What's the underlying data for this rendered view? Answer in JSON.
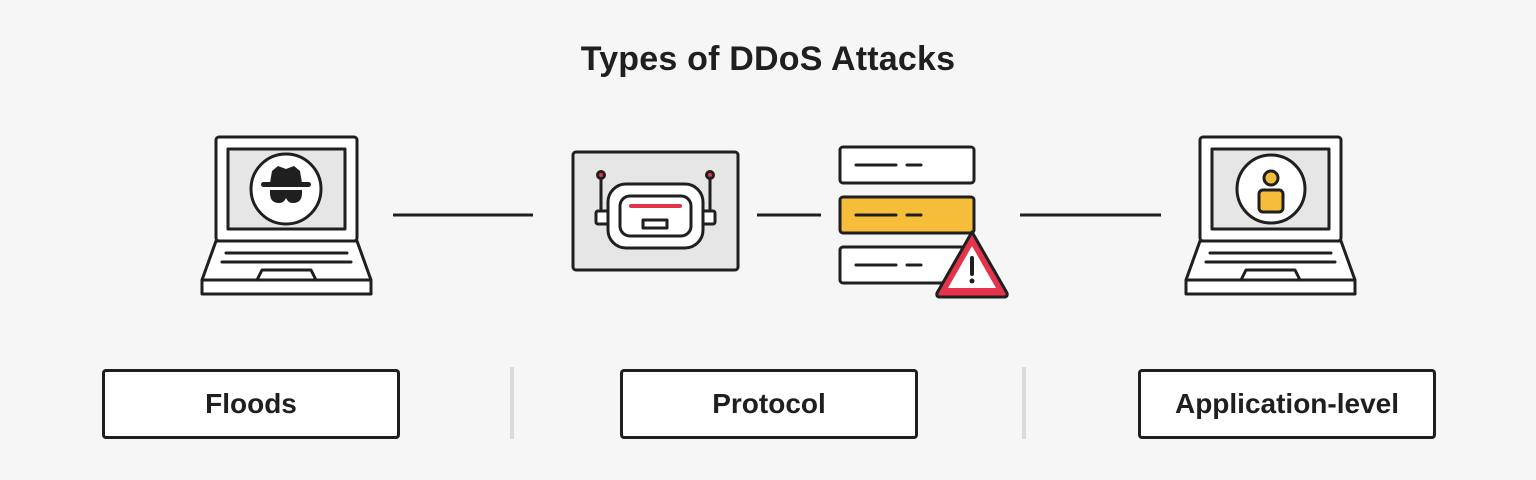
{
  "title": "Types of DDoS Attacks",
  "categories": [
    {
      "label": "Floods",
      "icon": "hacker-laptop-icon"
    },
    {
      "label": "Protocol",
      "icon": "bot-server-stack-icon"
    },
    {
      "label": "Application-level",
      "icon": "user-laptop-icon"
    }
  ],
  "colors": {
    "background": "#f6f6f6",
    "ink": "#1f1f1f",
    "screen": "#e6e6e6",
    "highlight": "#f5bd3a",
    "alert": "#e5334b",
    "separator": "#dcdcdc"
  }
}
